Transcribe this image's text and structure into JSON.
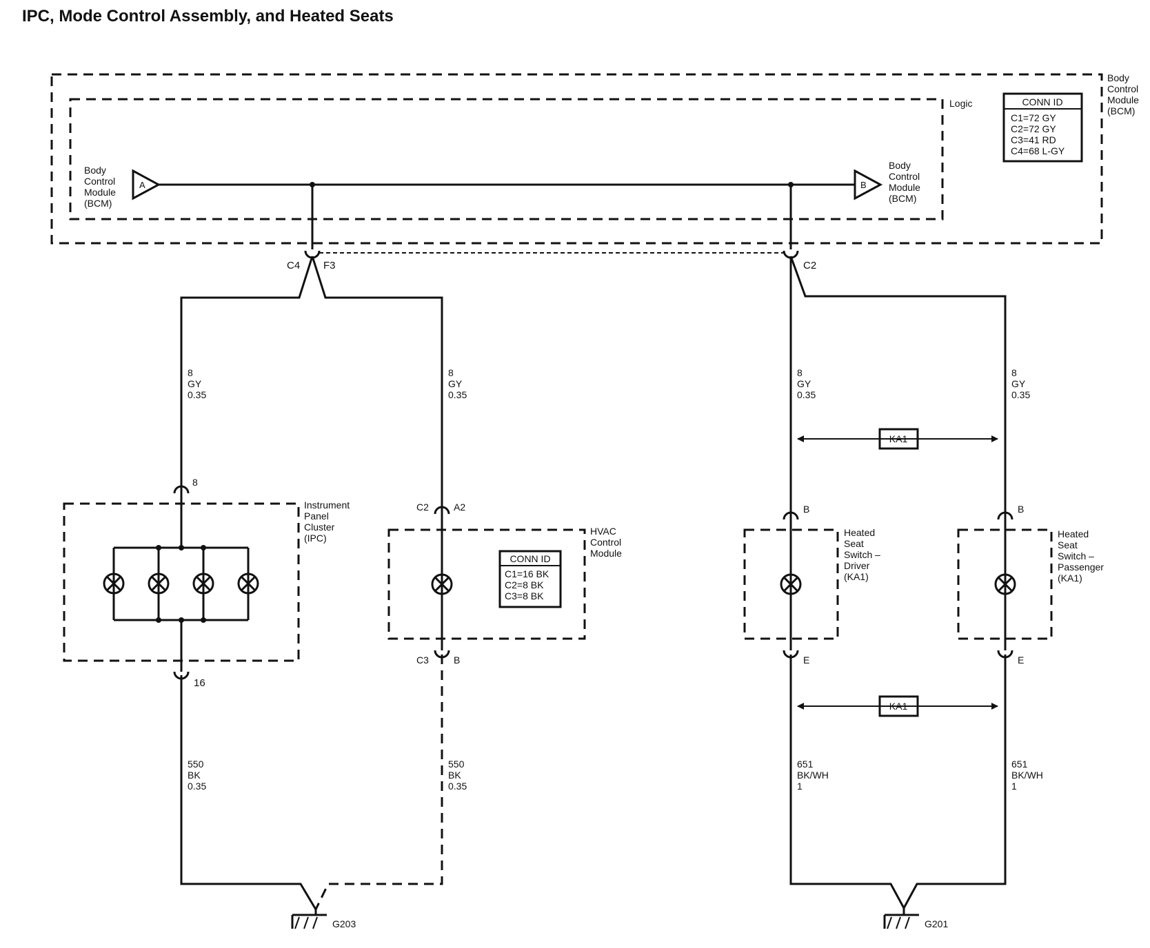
{
  "title": "IPC, Mode Control Assembly, and Heated Seats",
  "bcm": {
    "label": [
      "Body",
      "Control",
      "Module",
      "(BCM)"
    ],
    "logic_label": "Logic",
    "input_label": [
      "Body",
      "Control",
      "Module",
      "(BCM)"
    ],
    "output_label": [
      "Body",
      "Control",
      "Module",
      "(BCM)"
    ],
    "flag_a": "A",
    "flag_b": "B",
    "conn_id": {
      "header": "CONN ID",
      "rows": [
        "C1=72 GY",
        "C2=72 GY",
        "C3=41 RD",
        "C4=68 L-GY"
      ]
    }
  },
  "connectors": {
    "left_c4": "C4",
    "left_f3": "F3",
    "right_c2": "C2"
  },
  "wires": {
    "ipc_top": [
      "8",
      "GY",
      "0.35"
    ],
    "hvac_top": [
      "8",
      "GY",
      "0.35"
    ],
    "driver_top": [
      "8",
      "GY",
      "0.35"
    ],
    "passenger_top": [
      "8",
      "GY",
      "0.35"
    ],
    "ipc_bottom": [
      "550",
      "BK",
      "0.35"
    ],
    "hvac_bottom": [
      "550",
      "BK",
      "0.35"
    ],
    "driver_bottom": [
      "651",
      "BK/WH",
      "1"
    ],
    "passenger_bottom": [
      "651",
      "BK/WH",
      "1"
    ]
  },
  "ipc": {
    "label": [
      "Instrument",
      "Panel",
      "Cluster",
      "(IPC)"
    ],
    "pin_top": "8",
    "pin_bottom": "16"
  },
  "hvac": {
    "label": [
      "HVAC",
      "Control",
      "Module"
    ],
    "pin_top_conn": "C2",
    "pin_top": "A2",
    "pin_bottom_conn": "C3",
    "pin_bottom": "B",
    "conn_id": {
      "header": "CONN ID",
      "rows": [
        "C1=16 BK",
        "C2=8 BK",
        "C3=8 BK"
      ]
    }
  },
  "driver_switch": {
    "label": [
      "Heated",
      "Seat",
      "Switch –",
      "Driver",
      "(KA1)"
    ],
    "pin_top": "B",
    "pin_bottom": "E"
  },
  "passenger_switch": {
    "label": [
      "Heated",
      "Seat",
      "Switch –",
      "Passenger",
      "(KA1)"
    ],
    "pin_top": "B",
    "pin_bottom": "E"
  },
  "ka1_top": "KA1",
  "ka1_bottom": "KA1",
  "grounds": {
    "left": "G203",
    "right": "G201"
  }
}
